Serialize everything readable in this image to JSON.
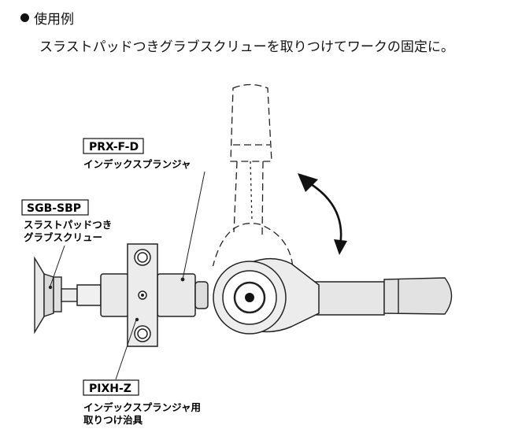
{
  "header": {
    "bullet_title": "使用例",
    "description": "スラストパッドつきグラブスクリューを取りつけてワークの固定に。"
  },
  "callouts": [
    {
      "code": "PRX-F-D",
      "name_lines": [
        "インデックスプランジャ"
      ]
    },
    {
      "code": "SGB-SBP",
      "name_lines": [
        "スラストパッドつき",
        "グラブスクリュー"
      ]
    },
    {
      "code": "PIXH-Z",
      "name_lines": [
        "インデックスプランジャ用",
        "取りつけ治具"
      ]
    }
  ]
}
